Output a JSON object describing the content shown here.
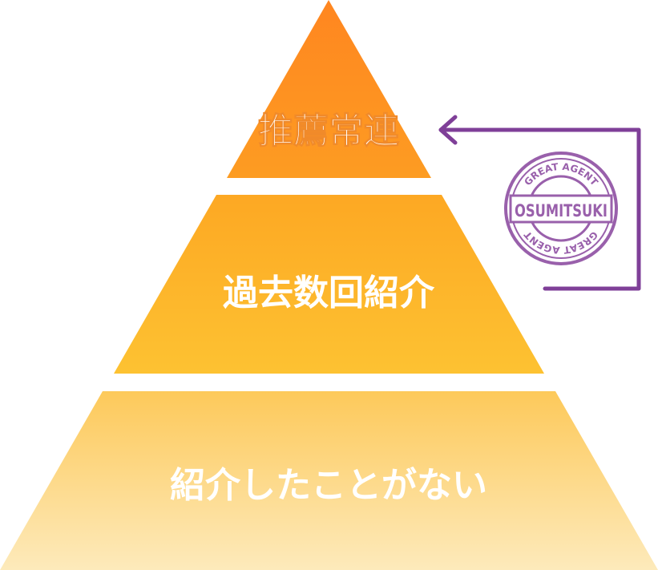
{
  "pyramid": {
    "tiers": [
      {
        "label": "推薦常連"
      },
      {
        "label": "過去数回紹介"
      },
      {
        "label": "紹介したことがない"
      }
    ]
  },
  "stamp": {
    "center_text": "OSUMITSUKI",
    "ring_text_top": "GREAT AGENT",
    "ring_text_bottom": "GREAT AGENT"
  },
  "colors": {
    "tier_top": "#ff8a1e",
    "tier_middle": "#fdb528",
    "tier_bottom_start": "#fdc95a",
    "tier_bottom_end": "#fdeabb",
    "accent_purple": "#7f3f98"
  }
}
